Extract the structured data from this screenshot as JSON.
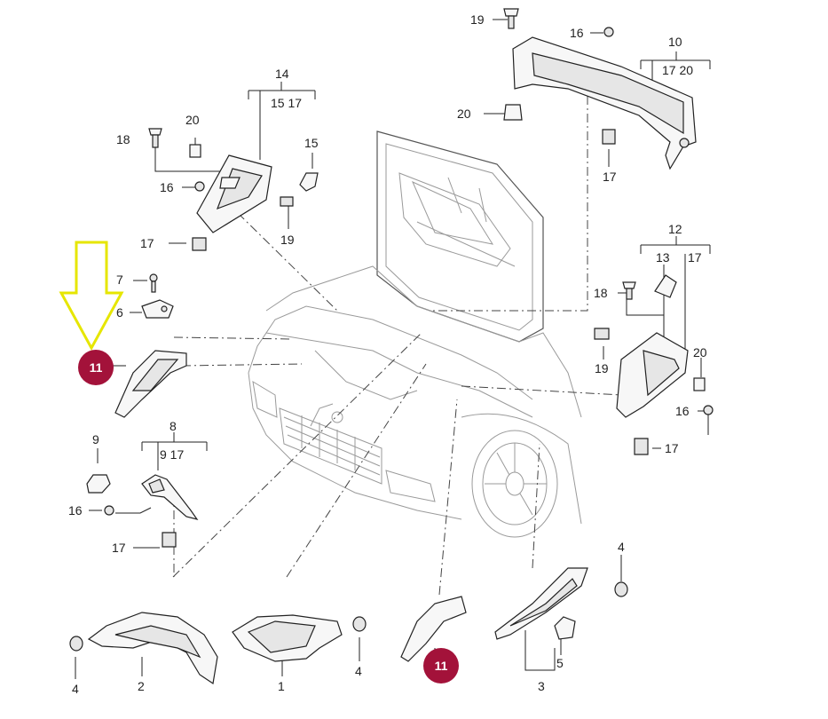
{
  "diagram": {
    "accent_badge_color": "#a3123a",
    "arrow_color": "#f2f200",
    "callouts": {
      "c1": "1",
      "c2": "2",
      "c3": "3",
      "c4a": "4",
      "c4b": "4",
      "c4c": "4",
      "c5": "5",
      "c6": "6",
      "c7": "7",
      "c8": "8",
      "c9": "9",
      "c9_17": "9 17",
      "c10": "10",
      "c10_17_20": "17 20",
      "c11a": "11",
      "c11b": "11",
      "c12": "12",
      "c13": "13",
      "c12_17": "17",
      "c14": "14",
      "c14_15_17": "15 17",
      "c15": "15",
      "c16a": "16",
      "c16b": "16",
      "c16c": "16",
      "c16d": "16",
      "c17a": "17",
      "c17b": "17",
      "c17c": "17",
      "c17d": "17",
      "c18a": "18",
      "c18b": "18",
      "c19a": "19",
      "c19b": "19",
      "c19c": "19",
      "c20a": "20",
      "c20b": "20",
      "c20c": "20"
    }
  }
}
